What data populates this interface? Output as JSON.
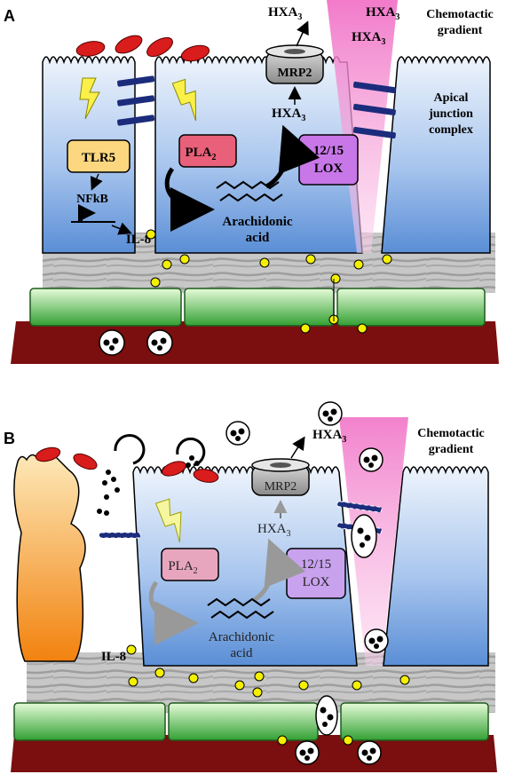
{
  "panels": [
    {
      "letter": "A",
      "labels": {
        "hxa3_out": "HXA",
        "hxa3_grad1": "HXA",
        "hxa3_grad2": "HXA",
        "chemotactic": "Chemotactic",
        "gradient": "gradient",
        "mrp2": "MRP2",
        "apical": "Apical",
        "junction": "junction",
        "complex": "complex",
        "hxa3_inner": "HXA",
        "tlr5": "TLR5",
        "pla2": "PLA",
        "lox1": "12/15",
        "lox2": "LOX",
        "nfkb": "NFkB",
        "arachidonic": "Arachidonic",
        "acid": "acid",
        "il8": "IL-8"
      },
      "sub3": "3",
      "sub2": "2"
    },
    {
      "letter": "B",
      "labels": {
        "hxa3_out": "HXA",
        "chemotactic": "Chemotactic",
        "gradient": "gradient",
        "mrp2": "MRP2",
        "hxa3_inner": "HXA",
        "pla2": "PLA",
        "lox1": "12/15",
        "lox2": "LOX",
        "arachidonic": "Arachidonic",
        "acid": "acid",
        "il8": "IL-8"
      },
      "sub3": "3",
      "sub2": "2"
    }
  ],
  "colors": {
    "cell_top": "#e8f0fb",
    "cell_bottom": "#5b8fd6",
    "matrix": "#b8b8b8",
    "membrane_green_light": "#d9f5c9",
    "membrane_green_dark": "#3ca63c",
    "tissue": "#7a0f0f",
    "flagella": "#d91c1c",
    "tlr5": "#fcd77f",
    "pla2_a": "#e8607a",
    "pla2_b": "#e7a6be",
    "lox_a": "#c877e8",
    "lox_b": "#c9a2ee",
    "mrp2": "#a8a8a8",
    "gradient": "#f37ac8",
    "il8": "#f4f000",
    "junction": "#1c2c7c",
    "macrophage_top": "#fde3a8",
    "macrophage_bottom": "#f58a14"
  },
  "icons": [
    "lightning-icon",
    "neutrophil-icon",
    "arrow-icon",
    "promoter-icon",
    "fatty-acid-chain-icon",
    "bacterium-icon"
  ]
}
